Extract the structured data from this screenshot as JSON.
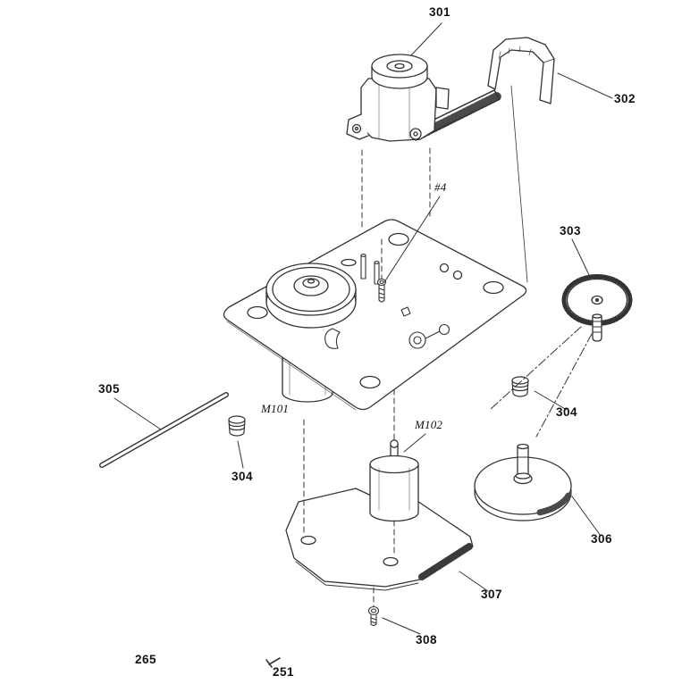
{
  "figure": {
    "kind": "exploded-parts-diagram",
    "colors": {
      "background": "#ffffff",
      "line": "#333333",
      "hatch_dark": "#3a3a3a",
      "label_text": "#111111"
    }
  },
  "labels": {
    "part_301": "301",
    "part_302": "302",
    "part_303": "303",
    "part_304_left": "304",
    "part_304_right": "304",
    "part_305": "305",
    "part_306": "306",
    "part_307": "307",
    "part_308": "308",
    "part_251": "251",
    "part_265": "265",
    "motor_m101": "M101",
    "motor_m102": "M102",
    "screw_ref": "#4"
  }
}
